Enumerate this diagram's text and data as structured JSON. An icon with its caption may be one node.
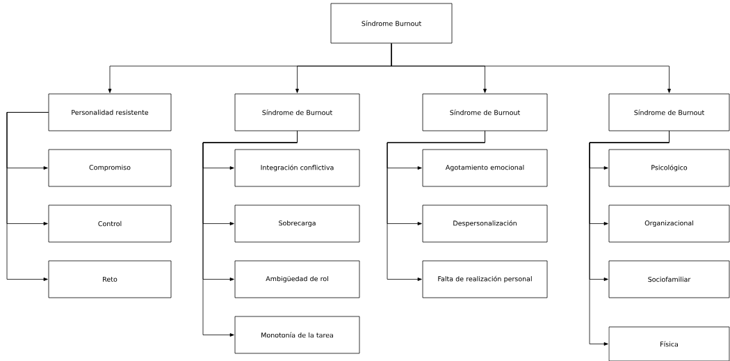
{
  "diagram": {
    "nodes": [
      {
        "text": [
          "Síndrome Burnout"
        ]
      },
      {
        "text": [
          "Personalidad resistente"
        ]
      },
      {
        "text": [
          "Síndrome de Burnout"
        ]
      },
      {
        "text": [
          "Síndrome de Burnout"
        ]
      },
      {
        "text": [
          "Síndrome de Burnout"
        ]
      },
      {
        "text": [
          "Compromiso"
        ]
      },
      {
        "text": [
          "Control"
        ]
      },
      {
        "text": [
          "Reto"
        ]
      },
      {
        "text": [
          "Integración conflictiva"
        ]
      },
      {
        "text": [
          "Sobrecarga"
        ]
      },
      {
        "text": [
          "Ambigüedad de rol"
        ]
      },
      {
        "text": [
          "Monotonía de la tarea"
        ]
      },
      {
        "text": [
          "Agotamiento emocional"
        ]
      },
      {
        "text": [
          "Despersonalización"
        ]
      },
      {
        "text": [
          "Falta de realización personal"
        ]
      },
      {
        "text": [
          "Psicológico"
        ]
      },
      {
        "text": [
          "Organizacional"
        ]
      },
      {
        "text": [
          "Sociofamiliar"
        ]
      },
      {
        "text": [
          "Física"
        ]
      }
    ],
    "edges": [
      {
        "from": 0,
        "to": 1,
        "arrow": "to"
      },
      {
        "from": 0,
        "to": 2,
        "arrow": "to"
      },
      {
        "from": 0,
        "to": 3,
        "arrow": "to"
      },
      {
        "from": 0,
        "to": 4,
        "arrow": "to"
      },
      {
        "from": 1,
        "to": 5,
        "arrow": "to"
      },
      {
        "from": 1,
        "to": 6,
        "arrow": "to"
      },
      {
        "from": 1,
        "to": 7,
        "arrow": "to"
      },
      {
        "from": 2,
        "to": 8,
        "arrow": "to"
      },
      {
        "from": 2,
        "to": 9,
        "arrow": "to"
      },
      {
        "from": 2,
        "to": 10,
        "arrow": "to"
      },
      {
        "from": 2,
        "to": 11,
        "arrow": "to"
      },
      {
        "from": 3,
        "to": 12,
        "arrow": "to"
      },
      {
        "from": 3,
        "to": 13,
        "arrow": "to"
      },
      {
        "from": 3,
        "to": 14,
        "arrow": "to"
      },
      {
        "from": 4,
        "to": 15,
        "arrow": "to"
      },
      {
        "from": 4,
        "to": 16,
        "arrow": "to"
      },
      {
        "from": 4,
        "to": 17,
        "arrow": "to"
      },
      {
        "from": 4,
        "to": 18,
        "arrow": "to"
      }
    ]
  }
}
